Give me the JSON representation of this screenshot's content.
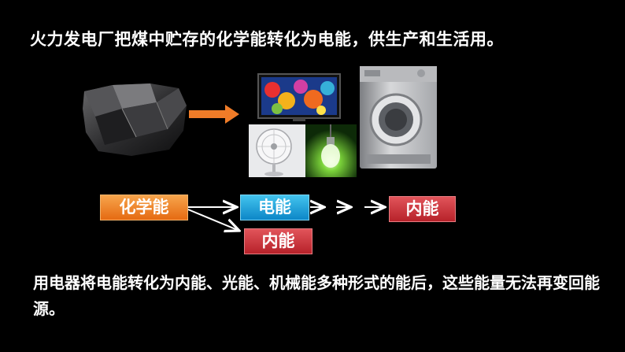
{
  "title": "火力发电厂把煤中贮存的化学能转化为电能，供生产和生活用。",
  "flow": {
    "source": "化学能",
    "electric": "电能",
    "heat_end": "内能",
    "heat_branch": "内能"
  },
  "note": "用电器将电能转化为内能、光能、机械能多种形式的能后，这些能量无法再变回能源。",
  "colors": {
    "orange_box": "#e56a12",
    "blue_box": "#0c86c7",
    "red_box": "#b7222a",
    "arrow_orange": "#f07c28"
  }
}
